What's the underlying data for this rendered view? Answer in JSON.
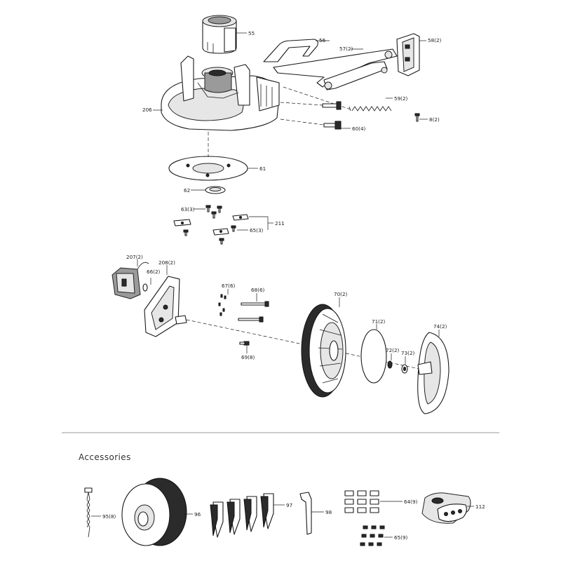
{
  "accessories_title": "Accessories",
  "labels": {
    "p55": "55",
    "p56": "56",
    "p57": "57(2)",
    "p58": "58(2)",
    "p206": "206",
    "p59": "59(2)",
    "p8": "8(2)",
    "p60": "60(4)",
    "p61": "61",
    "p62": "62",
    "p63": "63(3)",
    "p211": "211",
    "p65a": "65(3)",
    "p207": "207(2)",
    "p208": "208(2)",
    "p66": "66(2)",
    "p67": "67(6)",
    "p68": "68(6)",
    "p70": "70(2)",
    "p71": "71(2)",
    "p72": "72(2)",
    "p73": "73(2)",
    "p74": "74(2)",
    "p69": "69(8)",
    "p95": "95(8)",
    "p96": "96",
    "p97": "97",
    "p98": "98",
    "p64": "64(9)",
    "p65b": "65(9)",
    "p112": "112"
  }
}
